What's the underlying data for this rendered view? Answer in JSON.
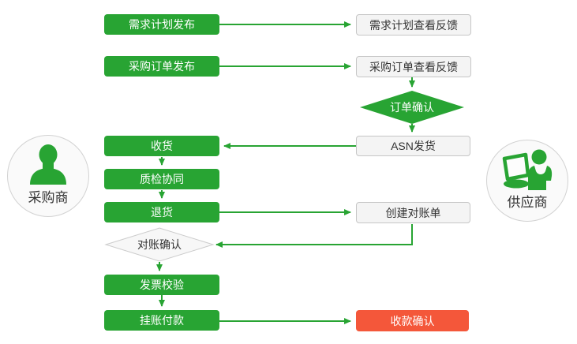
{
  "diagram": {
    "type": "flowchart",
    "colors": {
      "accent_green": "#28a433",
      "highlight_red": "#f4573a",
      "neutral_box_bg": "#f4f4f4",
      "neutral_border": "#c6c6c6",
      "text_dark": "#333333",
      "text_light": "#ffffff"
    },
    "actors": {
      "buyer": {
        "label": "采购商",
        "icon": "person-icon"
      },
      "supplier": {
        "label": "供应商",
        "icon": "person-at-computer-icon"
      }
    },
    "nodes": {
      "demand_plan_publish": {
        "label": "需求计划发布",
        "shape": "rect",
        "style": "green"
      },
      "demand_plan_feedback": {
        "label": "需求计划查看反馈",
        "shape": "rect",
        "style": "neutral"
      },
      "po_publish": {
        "label": "采购订单发布",
        "shape": "rect",
        "style": "green"
      },
      "po_feedback": {
        "label": "采购订单查看反馈",
        "shape": "rect",
        "style": "neutral"
      },
      "order_confirm": {
        "label": "订单确认",
        "shape": "diamond",
        "style": "green"
      },
      "asn_ship": {
        "label": "ASN发货",
        "shape": "rect",
        "style": "neutral"
      },
      "receive": {
        "label": "收货",
        "shape": "rect",
        "style": "green"
      },
      "quality_check": {
        "label": "质检协同",
        "shape": "rect",
        "style": "green"
      },
      "return_goods": {
        "label": "退货",
        "shape": "rect",
        "style": "green"
      },
      "create_statement": {
        "label": "创建对账单",
        "shape": "rect",
        "style": "neutral"
      },
      "statement_confirm": {
        "label": "对账确认",
        "shape": "diamond",
        "style": "neutral"
      },
      "invoice_verify": {
        "label": "发票校验",
        "shape": "rect",
        "style": "green"
      },
      "payment": {
        "label": "挂账付款",
        "shape": "rect",
        "style": "green"
      },
      "receipt_confirm": {
        "label": "收款确认",
        "shape": "rect",
        "style": "red"
      }
    },
    "edges": [
      {
        "from": "demand_plan_publish",
        "to": "demand_plan_feedback"
      },
      {
        "from": "po_publish",
        "to": "po_feedback"
      },
      {
        "from": "po_feedback",
        "to": "order_confirm"
      },
      {
        "from": "order_confirm",
        "to": "asn_ship"
      },
      {
        "from": "asn_ship",
        "to": "receive"
      },
      {
        "from": "receive",
        "to": "quality_check"
      },
      {
        "from": "quality_check",
        "to": "return_goods"
      },
      {
        "from": "return_goods",
        "to": "create_statement"
      },
      {
        "from": "create_statement",
        "to": "statement_confirm"
      },
      {
        "from": "statement_confirm",
        "to": "invoice_verify"
      },
      {
        "from": "invoice_verify",
        "to": "payment"
      },
      {
        "from": "payment",
        "to": "receipt_confirm"
      }
    ]
  }
}
